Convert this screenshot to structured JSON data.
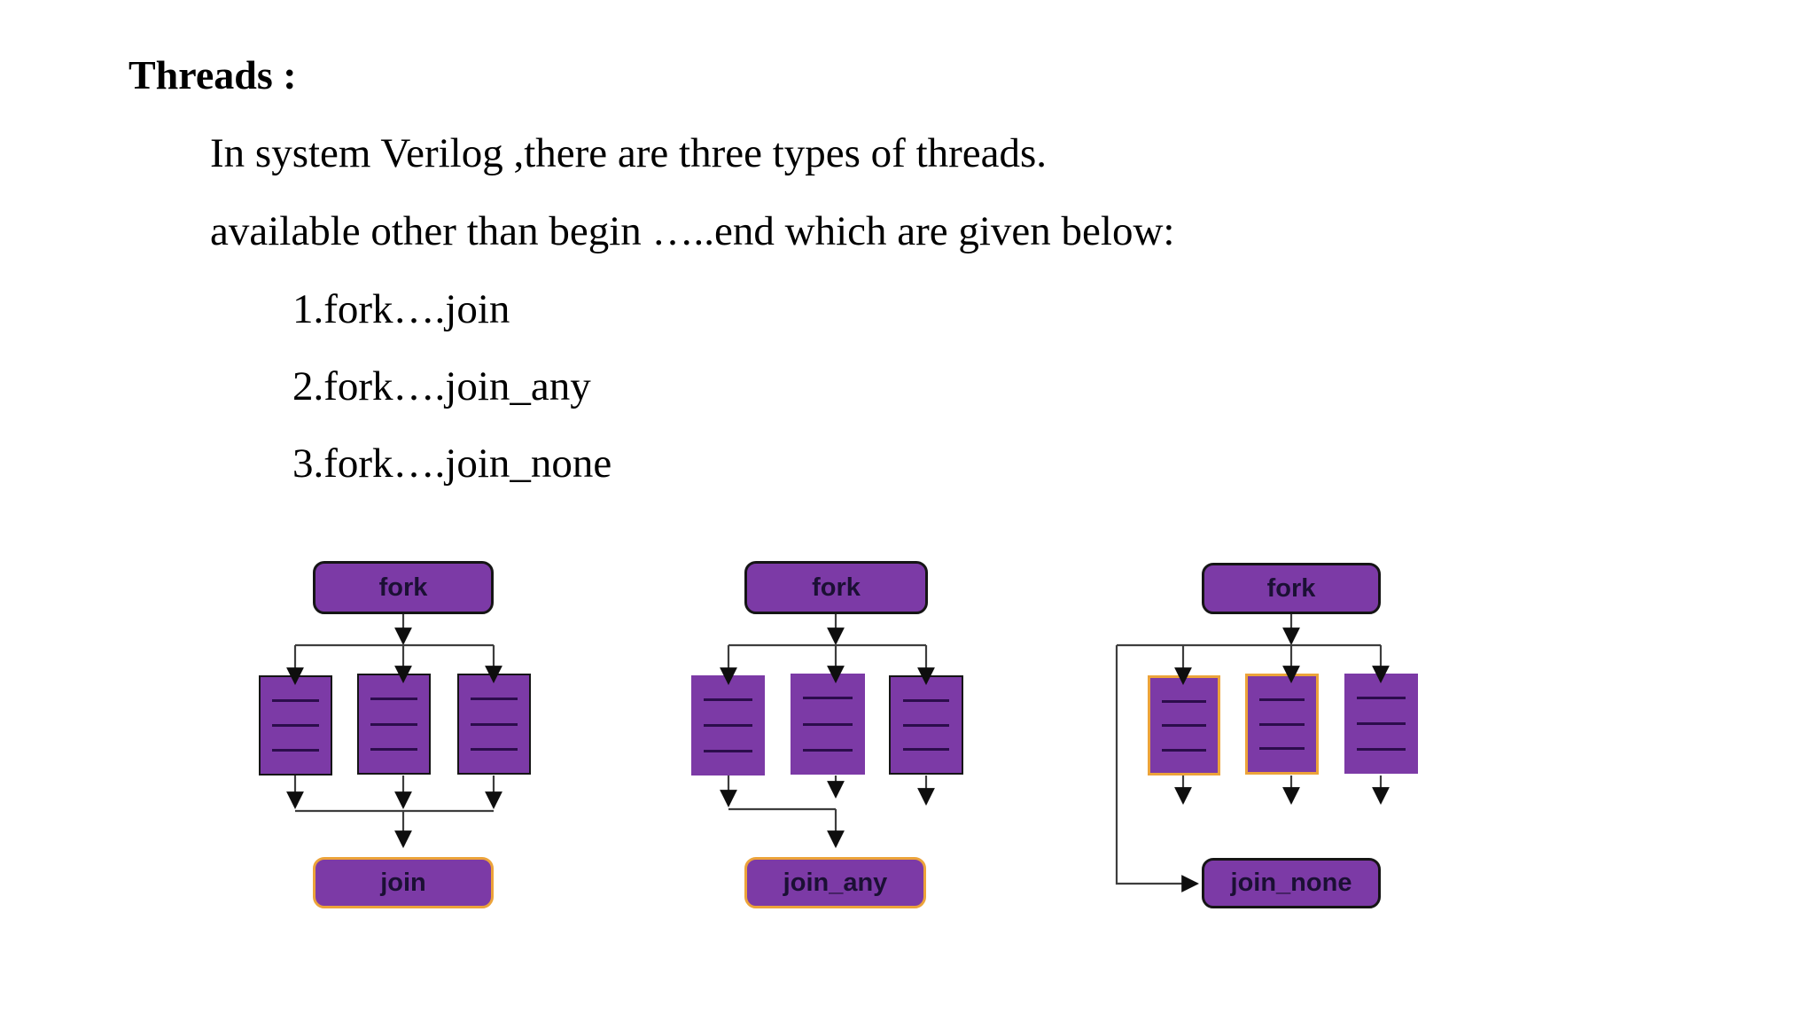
{
  "content": {
    "title": "Threads :",
    "lines": [
      "In system Verilog ,there are three types of threads.",
      "available other than begin …..end which are given below:"
    ],
    "items": [
      "1.fork….join",
      "2.fork….join_any",
      "3.fork….join_none"
    ]
  },
  "diagrams": [
    {
      "fork_label": "fork",
      "join_label": "join"
    },
    {
      "fork_label": "fork",
      "join_label": "join_any"
    },
    {
      "fork_label": "fork",
      "join_label": "join_none"
    }
  ],
  "colors": {
    "background": "#ffffff",
    "text": "#000000",
    "box_fill": "#7c3aa6",
    "border_dark": "#151515",
    "border_orange": "#eca33a",
    "inner_line": "#2c0d4c",
    "label": "#1b1034",
    "line": "#3d3d3d",
    "arrow": "#0e0e0e"
  }
}
